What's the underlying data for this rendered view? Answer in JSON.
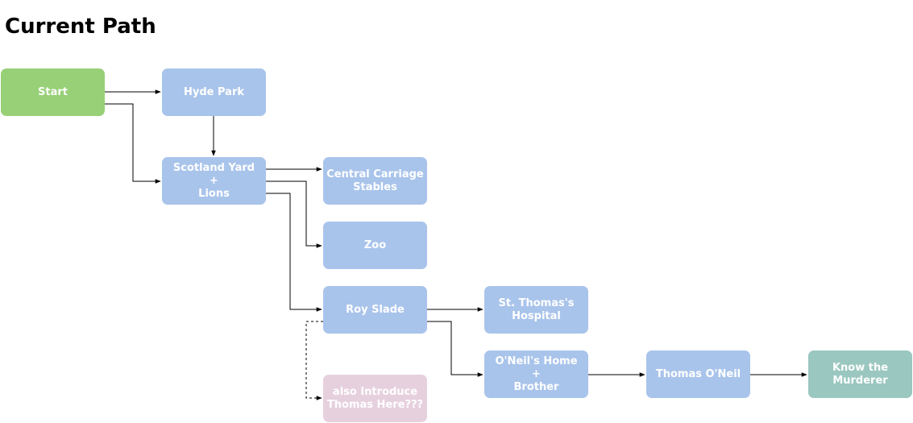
{
  "page": {
    "title": "Current Path"
  },
  "colors": {
    "start": "#97d077",
    "step": "#a9c4eb",
    "tentative": "#e6d0de",
    "goal": "#9ac7bf",
    "edge": "#000000"
  },
  "nodes": {
    "start": {
      "label": "Start",
      "kind": "start"
    },
    "hyde_park": {
      "label": "Hyde Park",
      "kind": "step"
    },
    "scotland_yard": {
      "label": "Scotland Yard\n+\nLions",
      "kind": "step"
    },
    "central_carriage": {
      "label": "Central Carriage\nStables",
      "kind": "step"
    },
    "zoo": {
      "label": "Zoo",
      "kind": "step"
    },
    "roy_slade": {
      "label": "Roy Slade",
      "kind": "step"
    },
    "st_thomas": {
      "label": "St. Thomas's\nHospital",
      "kind": "step"
    },
    "oneils_home": {
      "label": "O'Neil's Home\n+\nBrother",
      "kind": "step"
    },
    "thomas_oneil": {
      "label": "Thomas O'Neil",
      "kind": "step"
    },
    "know_murderer": {
      "label": "Know the\nMurderer",
      "kind": "goal"
    },
    "also_introduce": {
      "label": "also Introduce\nThomas Here???",
      "kind": "tentative"
    }
  },
  "edges": [
    {
      "from": "start",
      "to": "hyde_park",
      "style": "solid"
    },
    {
      "from": "start",
      "to": "scotland_yard",
      "style": "solid"
    },
    {
      "from": "hyde_park",
      "to": "scotland_yard",
      "style": "solid"
    },
    {
      "from": "scotland_yard",
      "to": "central_carriage",
      "style": "solid"
    },
    {
      "from": "scotland_yard",
      "to": "zoo",
      "style": "solid"
    },
    {
      "from": "scotland_yard",
      "to": "roy_slade",
      "style": "solid"
    },
    {
      "from": "roy_slade",
      "to": "st_thomas",
      "style": "solid"
    },
    {
      "from": "roy_slade",
      "to": "oneils_home",
      "style": "solid"
    },
    {
      "from": "roy_slade",
      "to": "also_introduce",
      "style": "dashed"
    },
    {
      "from": "oneils_home",
      "to": "thomas_oneil",
      "style": "solid"
    },
    {
      "from": "thomas_oneil",
      "to": "know_murderer",
      "style": "solid"
    }
  ]
}
